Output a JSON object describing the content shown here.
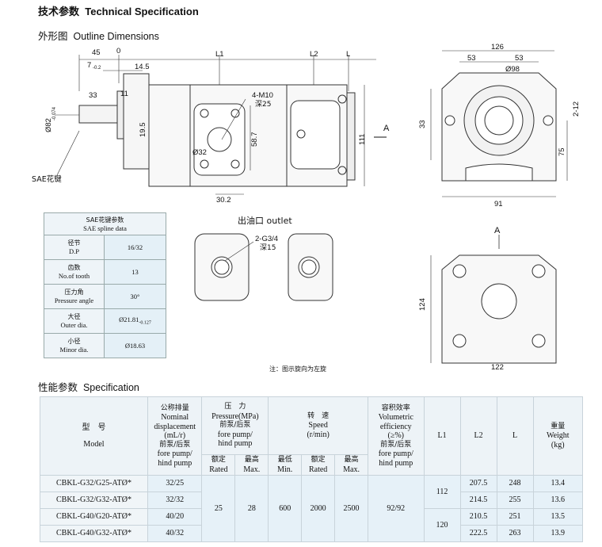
{
  "header": {
    "cn": "技术参数",
    "en": "Technical Specification"
  },
  "outline": {
    "cn": "外形图",
    "en": "Outline Dimensions"
  },
  "side_view": {
    "dims": {
      "d45": "45",
      "d0": "0",
      "d7": "7",
      "d7_tol": "-0.2",
      "d14_5": "14.5",
      "d33": "33",
      "d11": "11",
      "d19_5": "19.5",
      "dia82": "Ø82",
      "dia82_tol": "-0.074",
      "d30_2": "30.2",
      "dia32": "Ø32",
      "d58_7": "58.7",
      "d111": "111",
      "m10": "4-M10",
      "deep25": "深25",
      "L1": "L1",
      "L2": "L2",
      "L": "L",
      "A": "A"
    },
    "spline_label": "SAE花键"
  },
  "front_view": {
    "dims": {
      "d126": "126",
      "d53a": "53",
      "d53b": "53",
      "dia98": "Ø98",
      "d2_12": "2-12",
      "d33": "33",
      "d75": "75",
      "d91": "91"
    }
  },
  "outlet": {
    "title": "出油口  outlet",
    "thread": "2-G3/4",
    "deep": "深15"
  },
  "bottom_view": {
    "A": "A",
    "d124": "124",
    "d122": "122"
  },
  "note": "注：图示旋向为左旋",
  "sae_table": {
    "title_cn": "SAE花键参数",
    "title_en": "SAE spline data",
    "rows": [
      {
        "cn": "径节",
        "en": "D.P",
        "value": "16/32",
        "tol": ""
      },
      {
        "cn": "齿数",
        "en": "No.of tooth",
        "value": "13",
        "tol": ""
      },
      {
        "cn": "压力角",
        "en": "Pressure angle",
        "value": "30°",
        "tol": ""
      },
      {
        "cn": "大径",
        "en": "Outer dia.",
        "value": "Ø21.81",
        "tol": "-0.127"
      },
      {
        "cn": "小径",
        "en": "Minor dia.",
        "value": "Ø18.63",
        "tol": ""
      }
    ]
  },
  "spec": {
    "title_cn": "性能参数",
    "title_en": "Specification",
    "headers": {
      "model_cn": "型　号",
      "model_en": "Model",
      "disp": [
        "公称排量",
        "Nominal",
        "displacement",
        "(mL/r)",
        "前泵/后泵",
        "fore pump/",
        "hind pump"
      ],
      "pressure": [
        "压　力",
        "Pressure(MPa)",
        "前泵/后泵",
        "fore pump/",
        "hind pump"
      ],
      "rated": [
        "额定",
        "Rated"
      ],
      "max": [
        "最高",
        "Max."
      ],
      "speed": [
        "转　速",
        "Speed",
        "(r/min)"
      ],
      "min": [
        "最低",
        "Min."
      ],
      "srated": [
        "额定",
        "Rated"
      ],
      "smax": [
        "最高",
        "Max."
      ],
      "eff": [
        "容积效率",
        "Volumetric",
        "efficiency",
        "(≥%)",
        "前泵/后泵",
        "fore pump/",
        "hind pump"
      ],
      "L1": "L1",
      "L2": "L2",
      "L": "L",
      "weight": [
        "重量",
        "Weight",
        "(kg)"
      ]
    },
    "rows": [
      {
        "model": "CBKL-G32/G25-ATØ*",
        "disp": "32/25",
        "L2": "207.5",
        "L": "248",
        "weight": "13.4"
      },
      {
        "model": "CBKL-G32/G32-ATØ*",
        "disp": "32/32",
        "L2": "214.5",
        "L": "255",
        "weight": "13.6"
      },
      {
        "model": "CBKL-G40/G20-ATØ*",
        "disp": "40/20",
        "L2": "210.5",
        "L": "251",
        "weight": "13.5"
      },
      {
        "model": "CBKL-G40/G32-ATØ*",
        "disp": "40/32",
        "L2": "222.5",
        "L": "263",
        "weight": "13.9"
      }
    ],
    "shared": {
      "rated": "25",
      "max": "28",
      "min": "600",
      "srated": "2000",
      "smax": "2500",
      "eff": "92/92",
      "L1_a": "112",
      "L1_b": "120"
    }
  }
}
